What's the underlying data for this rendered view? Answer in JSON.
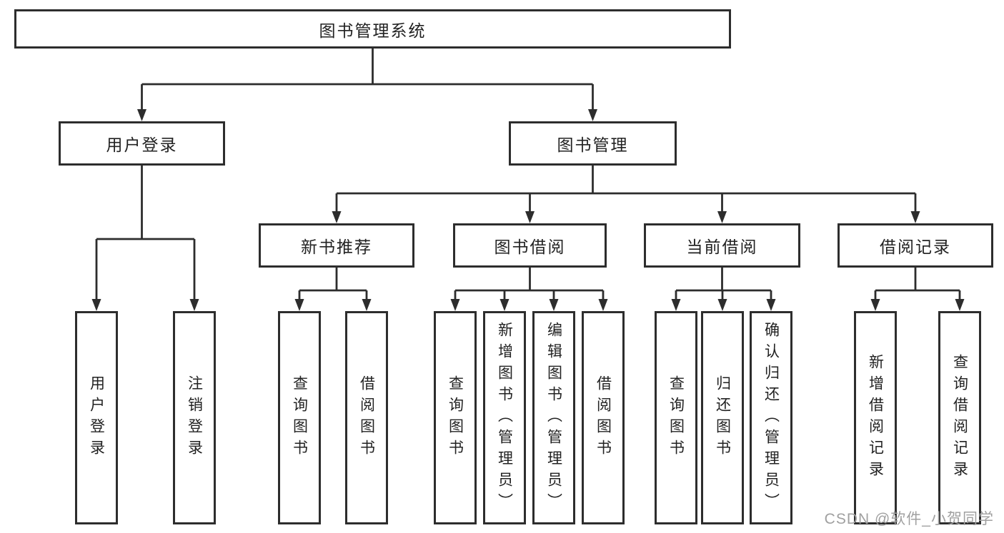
{
  "colors": {
    "background": "#ffffff",
    "line": "#2d2d2d",
    "text": "#222222",
    "watermark": "#a0a0a0"
  },
  "tree": {
    "root": {
      "label": "图书管理系统"
    },
    "branches": [
      {
        "label": "用户登录",
        "children": [
          {
            "label": "用户登录"
          },
          {
            "label": "注销登录"
          }
        ]
      },
      {
        "label": "图书管理",
        "sections": [
          {
            "label": "新书推荐",
            "children": [
              {
                "label": "查询图书"
              },
              {
                "label": "借阅图书"
              }
            ]
          },
          {
            "label": "图书借阅",
            "children": [
              {
                "label": "查询图书"
              },
              {
                "label": "新增图书（管理员）"
              },
              {
                "label": "编辑图书（管理员）"
              },
              {
                "label": "借阅图书"
              }
            ]
          },
          {
            "label": "当前借阅",
            "children": [
              {
                "label": "查询图书"
              },
              {
                "label": "归还图书"
              },
              {
                "label": "确认归还（管理员）"
              }
            ]
          },
          {
            "label": "借阅记录",
            "children": [
              {
                "label": "新增借阅记录"
              },
              {
                "label": "查询借阅记录"
              }
            ]
          }
        ]
      }
    ]
  },
  "watermark": {
    "text": "CSDN @软件_小贺同学"
  }
}
